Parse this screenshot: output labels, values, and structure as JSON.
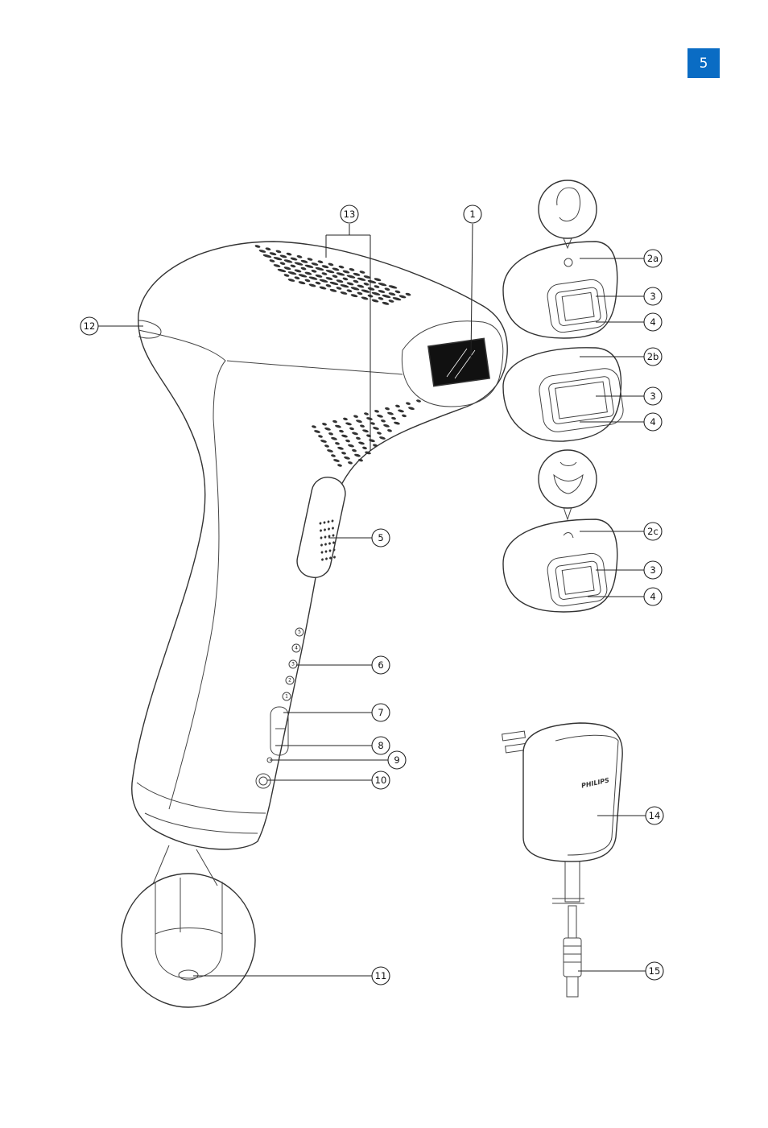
{
  "page": {
    "number": "5",
    "accent_color": "#0a6cc4"
  },
  "callouts": [
    {
      "id": "c1",
      "label": "1"
    },
    {
      "id": "c2a",
      "label": "2a"
    },
    {
      "id": "c2b",
      "label": "2b"
    },
    {
      "id": "c2c",
      "label": "2c"
    },
    {
      "id": "c3a",
      "label": "3"
    },
    {
      "id": "c3b",
      "label": "3"
    },
    {
      "id": "c3c",
      "label": "3"
    },
    {
      "id": "c4a",
      "label": "4"
    },
    {
      "id": "c4b",
      "label": "4"
    },
    {
      "id": "c4c",
      "label": "4"
    },
    {
      "id": "c5",
      "label": "5"
    },
    {
      "id": "c6",
      "label": "6"
    },
    {
      "id": "c7",
      "label": "7"
    },
    {
      "id": "c8",
      "label": "8"
    },
    {
      "id": "c9",
      "label": "9"
    },
    {
      "id": "c10",
      "label": "10"
    },
    {
      "id": "c11",
      "label": "11"
    },
    {
      "id": "c12",
      "label": "12"
    },
    {
      "id": "c13",
      "label": "13"
    },
    {
      "id": "c14",
      "label": "14"
    },
    {
      "id": "c15",
      "label": "15"
    }
  ],
  "intensity_levels": [
    "5",
    "4",
    "3",
    "2",
    "1"
  ],
  "adapter": {
    "brand": "PHILIPS"
  },
  "icons": [
    "face-icon",
    "bikini-icon"
  ]
}
